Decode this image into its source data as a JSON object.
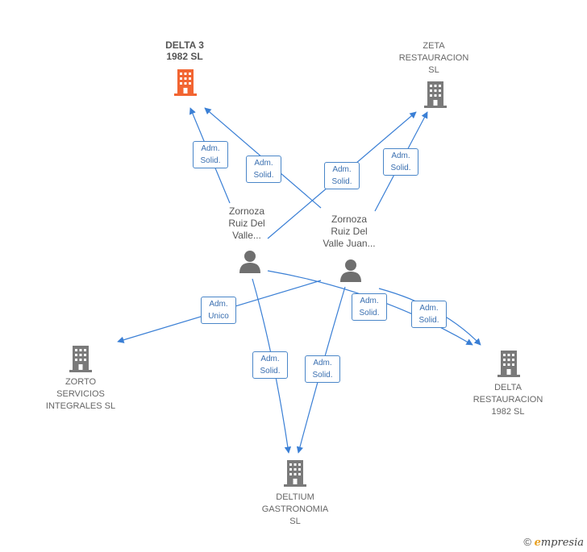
{
  "colors": {
    "edge": "#3a7fd5",
    "company": "#7a7a7a",
    "focus": "#f26532",
    "person": "#6f6f6f"
  },
  "companies": [
    {
      "id": "delta3",
      "label": "DELTA 3\n1982  SL",
      "focus": true
    },
    {
      "id": "zeta",
      "label": "ZETA\nRESTAURACION\nSL"
    },
    {
      "id": "zorto",
      "label": "ZORTO\nSERVICIOS\nINTEGRALES SL"
    },
    {
      "id": "deltium",
      "label": "DELTIUM\nGASTRONOMIA\nSL"
    },
    {
      "id": "delta_rest",
      "label": "DELTA\nRESTAURACION\n1982  SL"
    }
  ],
  "persons": [
    {
      "id": "p1",
      "label": "Zornoza\nRuiz Del\nValle..."
    },
    {
      "id": "p2",
      "label": "Zornoza\nRuiz Del\nValle Juan..."
    }
  ],
  "edges": [
    {
      "id": "e1",
      "label": "Adm.\nSolid."
    },
    {
      "id": "e2",
      "label": "Adm.\nSolid."
    },
    {
      "id": "e3",
      "label": "Adm.\nSolid."
    },
    {
      "id": "e4",
      "label": "Adm.\nSolid."
    },
    {
      "id": "e5",
      "label": "Adm.\nUnico"
    },
    {
      "id": "e6",
      "label": "Adm.\nSolid."
    },
    {
      "id": "e7",
      "label": "Adm.\nSolid."
    },
    {
      "id": "e8",
      "label": "Adm.\nSolid."
    },
    {
      "id": "e9",
      "label": "Adm.\nSolid."
    }
  ],
  "footer": {
    "symbol": "©",
    "brand_initial": "e",
    "brand_rest": "mpresia"
  }
}
